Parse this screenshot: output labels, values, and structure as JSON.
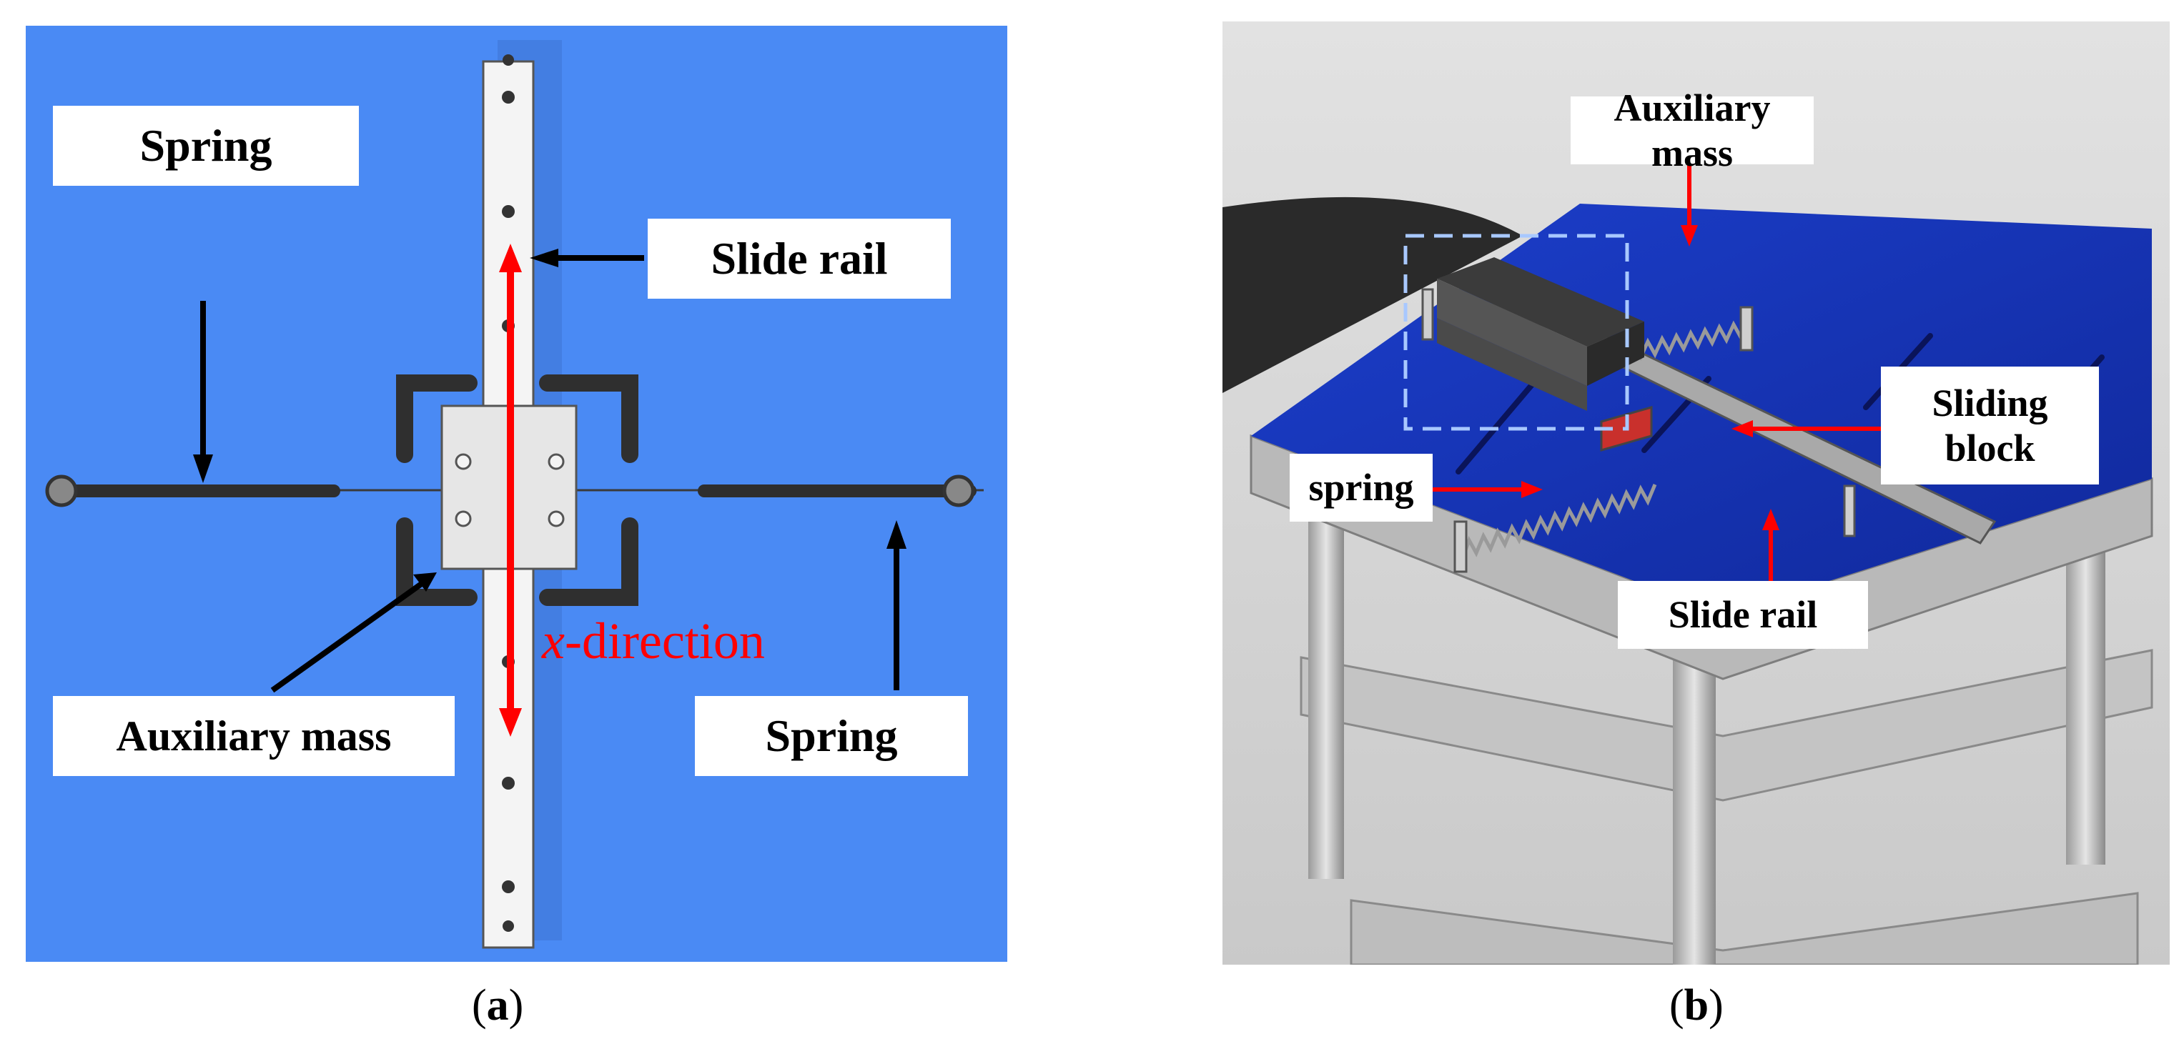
{
  "panel_a": {
    "labels": {
      "spring_left": "Spring",
      "slide_rail": "Slide rail",
      "auxiliary_mass": "Auxiliary mass",
      "spring_right": "Spring",
      "direction_var": "x",
      "direction_text": "-direction"
    },
    "caption_letter": "a"
  },
  "panel_b": {
    "labels": {
      "auxiliary_mass": "Auxiliary mass",
      "sliding_block_line1": "Sliding",
      "sliding_block_line2": "block",
      "spring": "spring",
      "slide_rail": "Slide rail"
    },
    "caption_letter": "b"
  },
  "colors": {
    "panel_a_background": "#4a8af4",
    "plate_b": "#1535b8",
    "arrow": "#000000",
    "highlight_arrow": "#ff0000",
    "label_box": "#ffffff"
  }
}
